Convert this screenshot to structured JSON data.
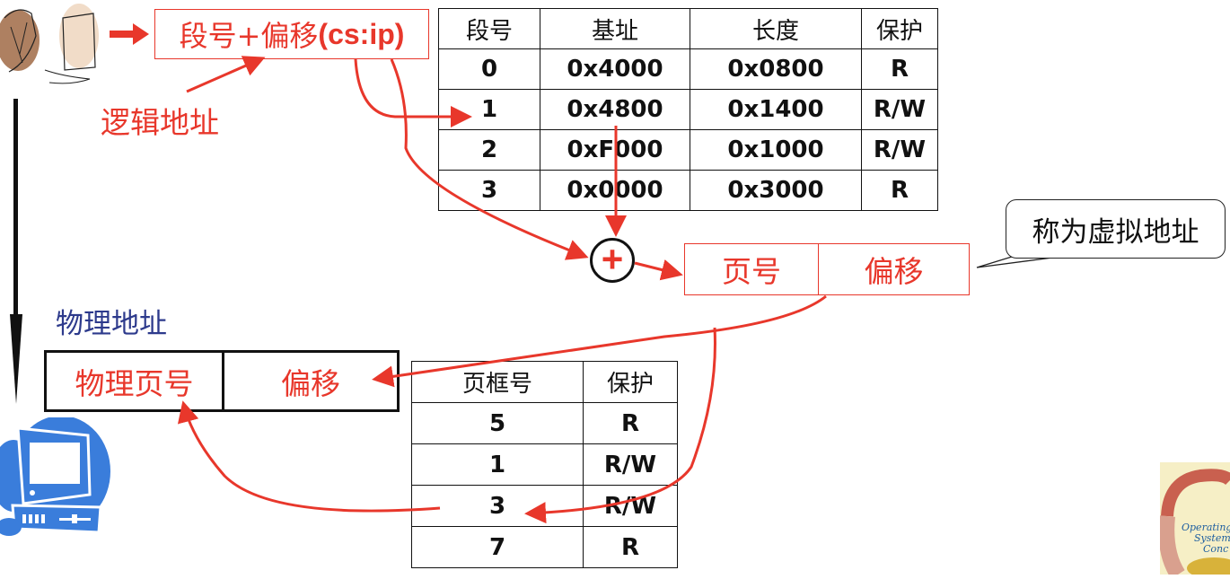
{
  "logical_address": {
    "box_text_cn": "段号+偏移",
    "box_text_en": "(cs:ip)",
    "label": "逻辑地址"
  },
  "segment_table": {
    "headers": [
      "段号",
      "基址",
      "长度",
      "保护"
    ],
    "rows": [
      [
        "0",
        "0x4000",
        "0x0800",
        "R"
      ],
      [
        "1",
        "0x4800",
        "0x1400",
        "R/W"
      ],
      [
        "2",
        "0xF000",
        "0x1000",
        "R/W"
      ],
      [
        "3",
        "0x0000",
        "0x3000",
        "R"
      ]
    ]
  },
  "adder_symbol": "+",
  "virtual_address": {
    "page_number": "页号",
    "offset": "偏移",
    "callout": "称为虚拟地址"
  },
  "physical_address": {
    "label": "物理地址",
    "page_number": "物理页号",
    "offset": "偏移"
  },
  "page_table": {
    "headers": [
      "页框号",
      "保护"
    ],
    "rows": [
      [
        "5",
        "R"
      ],
      [
        "1",
        "R/W"
      ],
      [
        "3",
        "R/W"
      ],
      [
        "7",
        "R"
      ]
    ]
  },
  "logo": {
    "text": "Operating System Concepts"
  },
  "colors": {
    "accent_red": "#e8372b",
    "label_blue": "#2d3a8c",
    "computer_blue": "#3a7ddb",
    "person_brown": "#a06a45"
  },
  "icons": [
    "user-at-computer-icon",
    "desktop-computer-icon",
    "book-cover-icon",
    "arrow-right-icon",
    "arrow-down-icon"
  ]
}
